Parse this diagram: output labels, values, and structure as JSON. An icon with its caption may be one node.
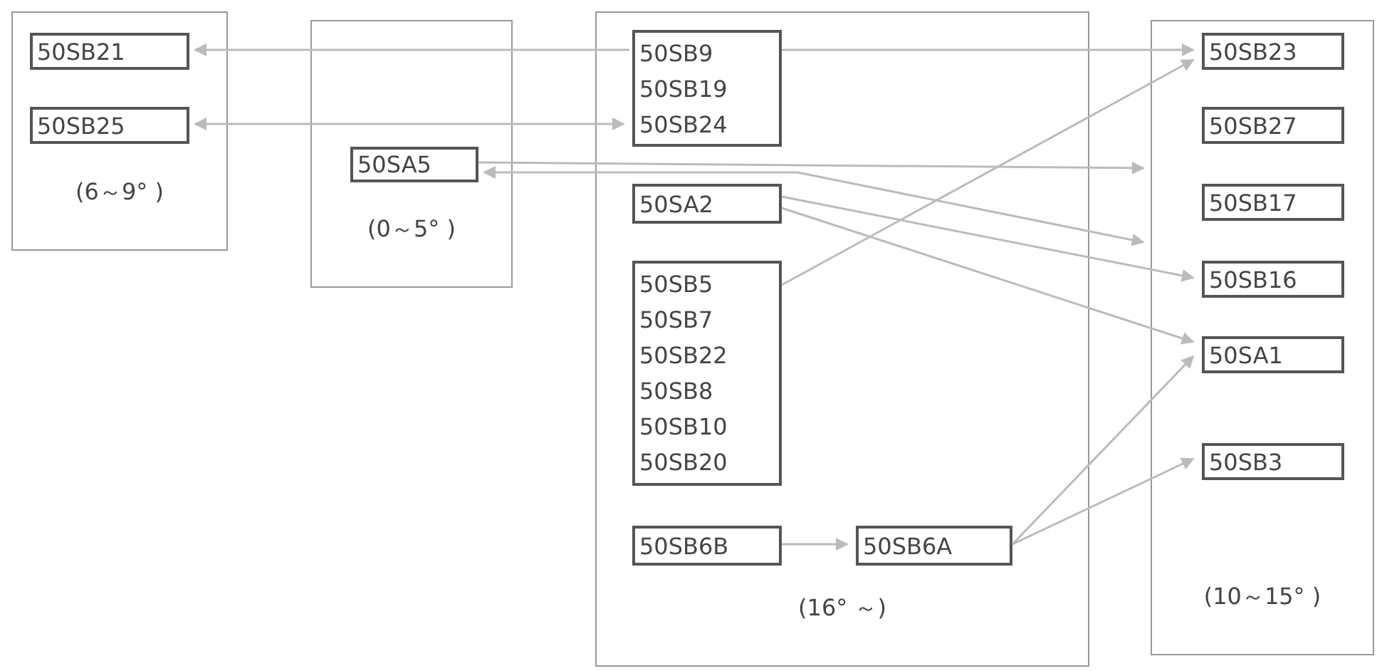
{
  "diagram": {
    "nodes": [
      {
        "text": [
          "(6～9° )"
        ]
      },
      {
        "text": [
          "50SB21"
        ],
        "in": 0
      },
      {
        "text": [
          "50SB25"
        ],
        "in": 0
      },
      {
        "text": [
          "(0～5° )"
        ]
      },
      {
        "text": [
          "50SA5"
        ],
        "in": 3
      },
      {
        "text": [
          "(16° ～)"
        ]
      },
      {
        "text": [
          "50SB9",
          "50SB19",
          "50SB24"
        ],
        "in": 5
      },
      {
        "text": [
          "50SA2"
        ],
        "in": 5
      },
      {
        "text": [
          "50SB5",
          "50SB7",
          "50SB22",
          "50SB8",
          "50SB10",
          "50SB20"
        ],
        "in": 5
      },
      {
        "text": [
          "50SB6B"
        ],
        "in": 5
      },
      {
        "text": [
          "50SB6A"
        ],
        "in": 5
      },
      {
        "text": [
          "(10～15° )"
        ]
      },
      {
        "text": [
          "50SB23"
        ],
        "in": 11
      },
      {
        "text": [
          "50SB27"
        ],
        "in": 11
      },
      {
        "text": [
          "50SB17"
        ],
        "in": 11
      },
      {
        "text": [
          "50SB16"
        ],
        "in": 11
      },
      {
        "text": [
          "50SA1"
        ],
        "in": 11
      },
      {
        "text": [
          "50SB3"
        ],
        "in": 11
      }
    ],
    "edges": [
      {
        "from": 6,
        "to": 1,
        "arrow": "to"
      },
      {
        "from": 6,
        "to": 12,
        "arrow": "to"
      },
      {
        "from": 2,
        "to": 6,
        "arrow": "both"
      },
      {
        "from": 4,
        "to": 11,
        "arrow": "to"
      },
      {
        "from": 11,
        "to": 4,
        "arrow": "both"
      },
      {
        "from": 7,
        "to": 15,
        "arrow": "to"
      },
      {
        "from": 7,
        "to": 16,
        "arrow": "to"
      },
      {
        "from": 8,
        "to": 12,
        "arrow": "to"
      },
      {
        "from": 9,
        "to": 10,
        "arrow": "to"
      },
      {
        "from": 10,
        "to": 16,
        "arrow": "to"
      },
      {
        "from": 10,
        "to": 17,
        "arrow": "to"
      }
    ]
  }
}
